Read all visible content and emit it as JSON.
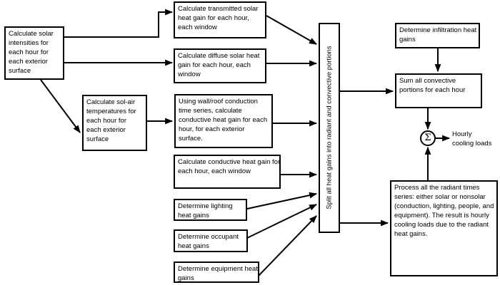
{
  "diagram_type": "flowchart",
  "colors": {
    "background": "#ffffff",
    "box_fill": "#ffffff",
    "box_border": "#000000",
    "arrow": "#000000",
    "text": "#000000"
  },
  "nodes": {
    "solar_intensities": {
      "text": "Calculate solar\nintensities for\neach hour for\neach exterior\nsurface"
    },
    "sol_air": {
      "text": "Calculate sol-air\ntemperatures for\neach hour for\neach exterior\nsurface"
    },
    "transmitted_solar": {
      "text": "Calculate transmitted solar\nheat gain for each hour,\neach window"
    },
    "diffuse_solar": {
      "text": "Calculate diffuse solar heat\ngain for each hour, each\nwindow"
    },
    "wall_roof_conduction": {
      "text": "Using wall/roof conduction\ntime series, calculate\nconductive heat gain for each\nhour, for each exterior\nsurface."
    },
    "conductive_window": {
      "text": "Calculate conductive heat gain for\neach hour, each window"
    },
    "lighting": {
      "text": "Determine lighting\nheat gains"
    },
    "occupant": {
      "text": "Determine occupant\nheat gains"
    },
    "equipment": {
      "text": "Determine equipment heat\ngains"
    },
    "splitter": {
      "text": "Split all heat gains into radiant and convective portions"
    },
    "infiltration": {
      "text": "Determine infiltration heat\ngains"
    },
    "sum_convective": {
      "text": "Sum all convective\nportions for each hour"
    },
    "process_radiant": {
      "text": "Process all the radiant times\nseries: either solar or nonsolar\n(conduction, lighting, people, and\nequipment). The result is hourly\ncooling loads due to the radiant\nheat gains."
    },
    "summation": {
      "symbol": "Σ"
    },
    "output": {
      "text": "Hourly\ncooling loads"
    }
  }
}
